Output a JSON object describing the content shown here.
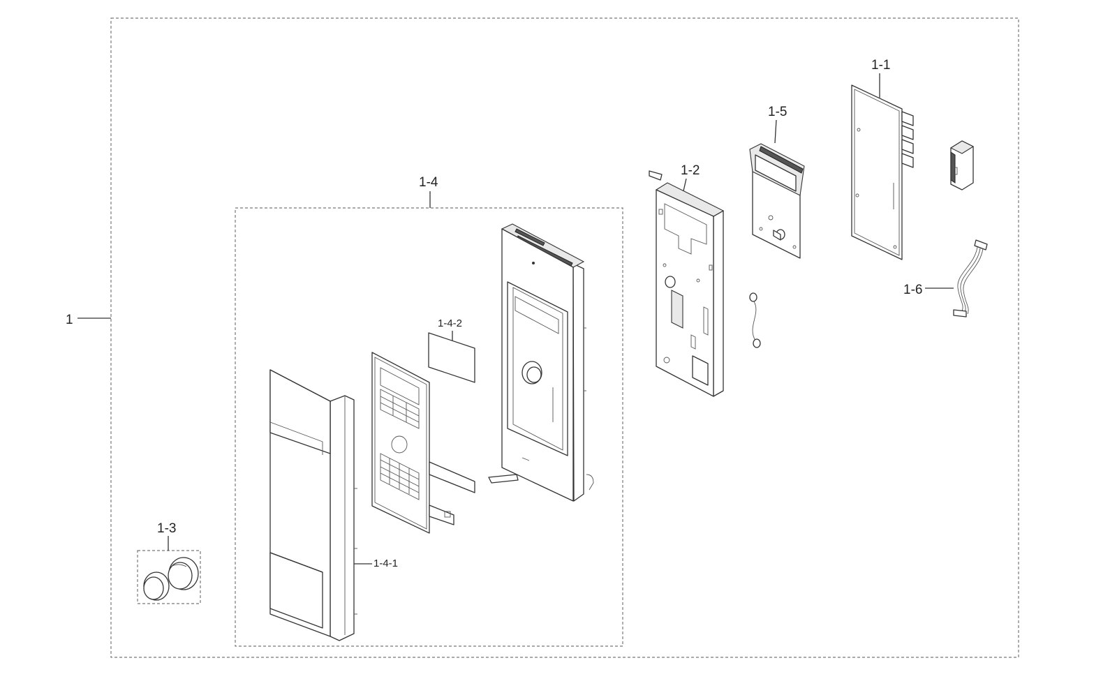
{
  "labels": {
    "assembly": "1",
    "pcb_main": "1-1",
    "bracket": "1-2",
    "knob": "1-3",
    "panel_assy": "1-4",
    "panel_front": "1-4-1",
    "window": "1-4-2",
    "display_board": "1-5",
    "harness": "1-6"
  }
}
